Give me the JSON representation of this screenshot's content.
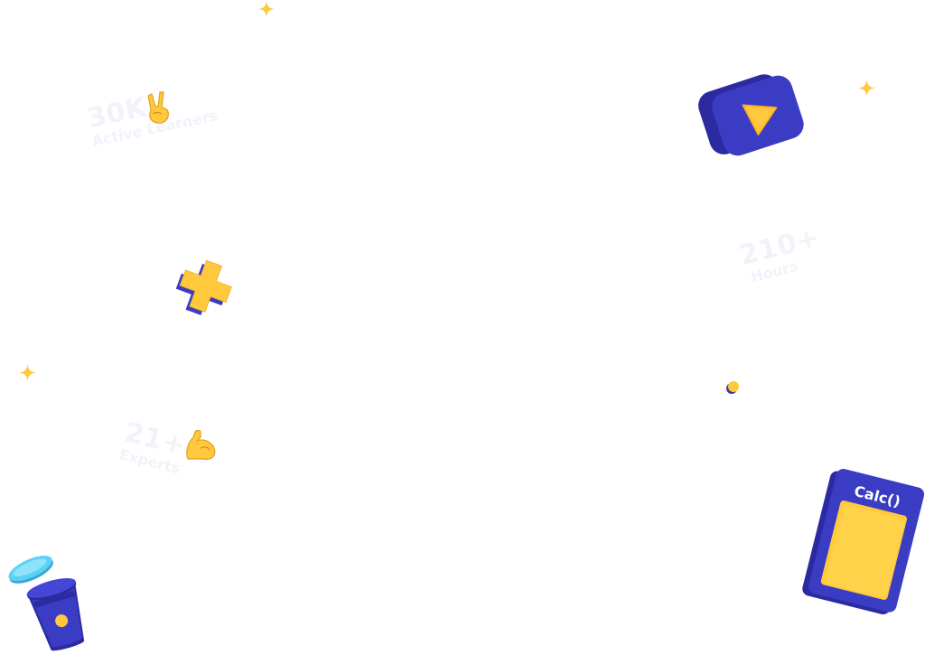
{
  "stats": {
    "learners": {
      "number": "30K",
      "label": "Active Learners"
    },
    "hours": {
      "number": "210+",
      "label": "Hours"
    },
    "experts": {
      "number": "21+",
      "label": "Experts"
    }
  },
  "book": {
    "label": "Calc()"
  },
  "colors": {
    "blue": "#3a3cc4",
    "blue_dark": "#2b2aa0",
    "yellow": "#ffc83d",
    "yellow_light": "#ffe08a",
    "cyan": "#5ad2f4",
    "faded_text": "#f2f2fb"
  },
  "icons": {
    "peace": "victory-hand-icon",
    "muscle": "flexed-biceps-icon",
    "play": "play-icon",
    "plus": "plus-icon",
    "cup": "coffee-cup-icon",
    "book": "book-icon",
    "sparkle": "sparkle-icon"
  }
}
